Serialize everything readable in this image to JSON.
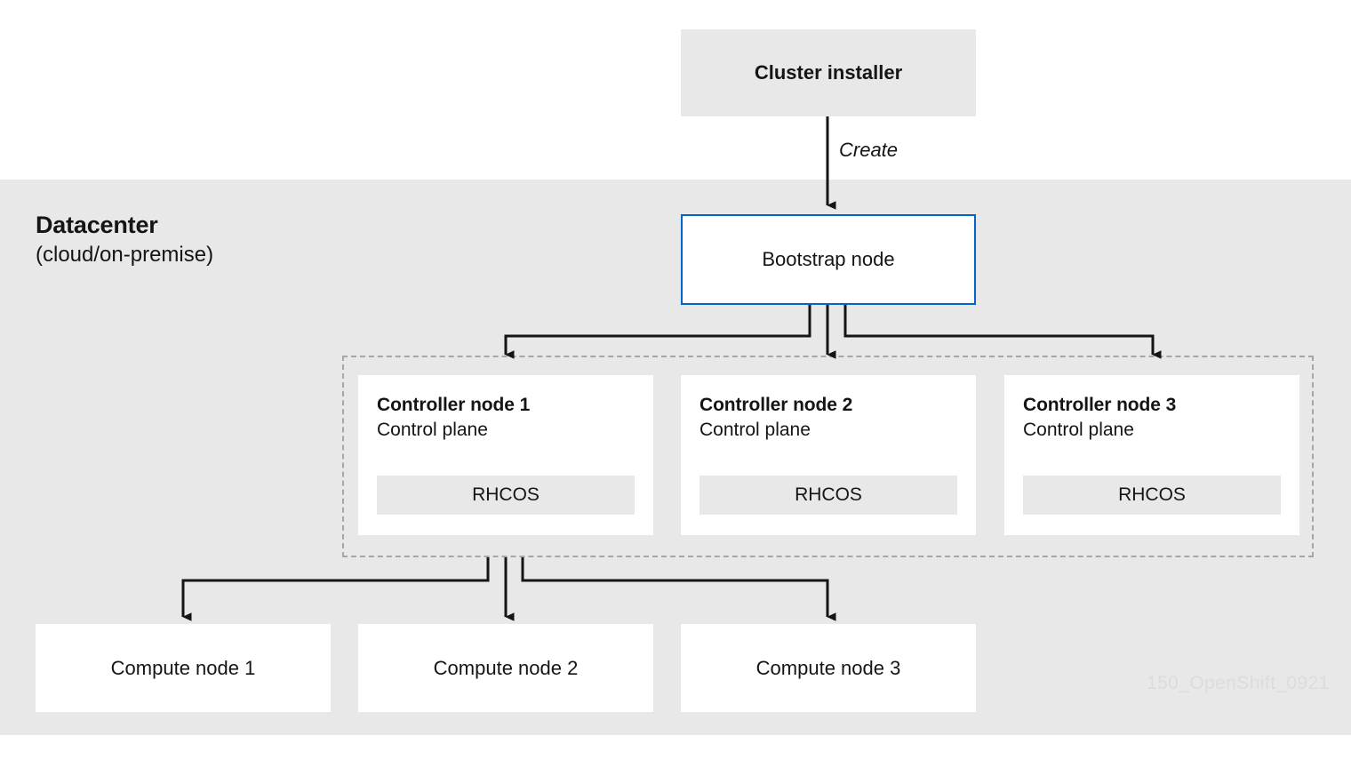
{
  "diagram": {
    "title_watermark": "150_OpenShift_0921",
    "colors": {
      "band_background": "#e8e8e8",
      "box_gray": "#e8e8e8",
      "accent_blue": "#0066cc",
      "text": "#151515",
      "dashed_border": "#a6a6a6",
      "connector": "#151515",
      "watermark": "#dcdcdc",
      "card_white": "#ffffff"
    }
  },
  "datacenter": {
    "title": "Datacenter",
    "subtitle": "(cloud/on-premise)"
  },
  "installer": {
    "label": "Cluster installer"
  },
  "create_edge": {
    "label": "Create"
  },
  "bootstrap": {
    "label": "Bootstrap node"
  },
  "controllers": [
    {
      "title": "Controller node 1",
      "role": "Control plane",
      "os": "RHCOS"
    },
    {
      "title": "Controller node 2",
      "role": "Control plane",
      "os": "RHCOS"
    },
    {
      "title": "Controller node 3",
      "role": "Control plane",
      "os": "RHCOS"
    }
  ],
  "compute_nodes": [
    {
      "label": "Compute node 1"
    },
    {
      "label": "Compute node 2"
    },
    {
      "label": "Compute node 3"
    }
  ]
}
